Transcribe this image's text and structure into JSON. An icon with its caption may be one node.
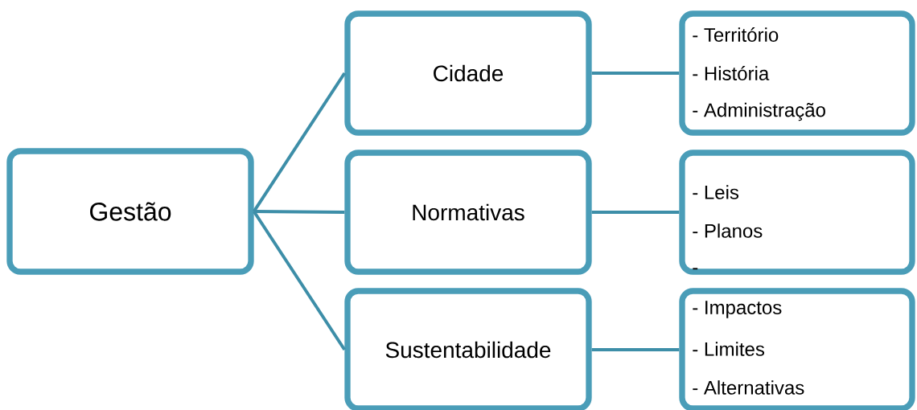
{
  "diagram": {
    "nodes": [
      {
        "text": [
          "Gestão"
        ]
      },
      {
        "text": [
          "Cidade"
        ]
      },
      {
        "text": [
          "Normativas"
        ]
      },
      {
        "text": [
          "Sustentabilidade"
        ]
      },
      {
        "text": [
          "- Território",
          "- História",
          "- Administração"
        ]
      },
      {
        "text": [
          "- Leis",
          "- Planos",
          "-"
        ]
      },
      {
        "text": [
          "- Impactos",
          "- Limites",
          "- Alternativas"
        ]
      }
    ],
    "edges": [
      {
        "from": 0,
        "to": 1,
        "arrow": "none"
      },
      {
        "from": 0,
        "to": 2,
        "arrow": "none"
      },
      {
        "from": 0,
        "to": 3,
        "arrow": "none"
      },
      {
        "from": 1,
        "to": 4,
        "arrow": "none"
      },
      {
        "from": 2,
        "to": 5,
        "arrow": "none"
      },
      {
        "from": 3,
        "to": 6,
        "arrow": "none"
      }
    ]
  }
}
